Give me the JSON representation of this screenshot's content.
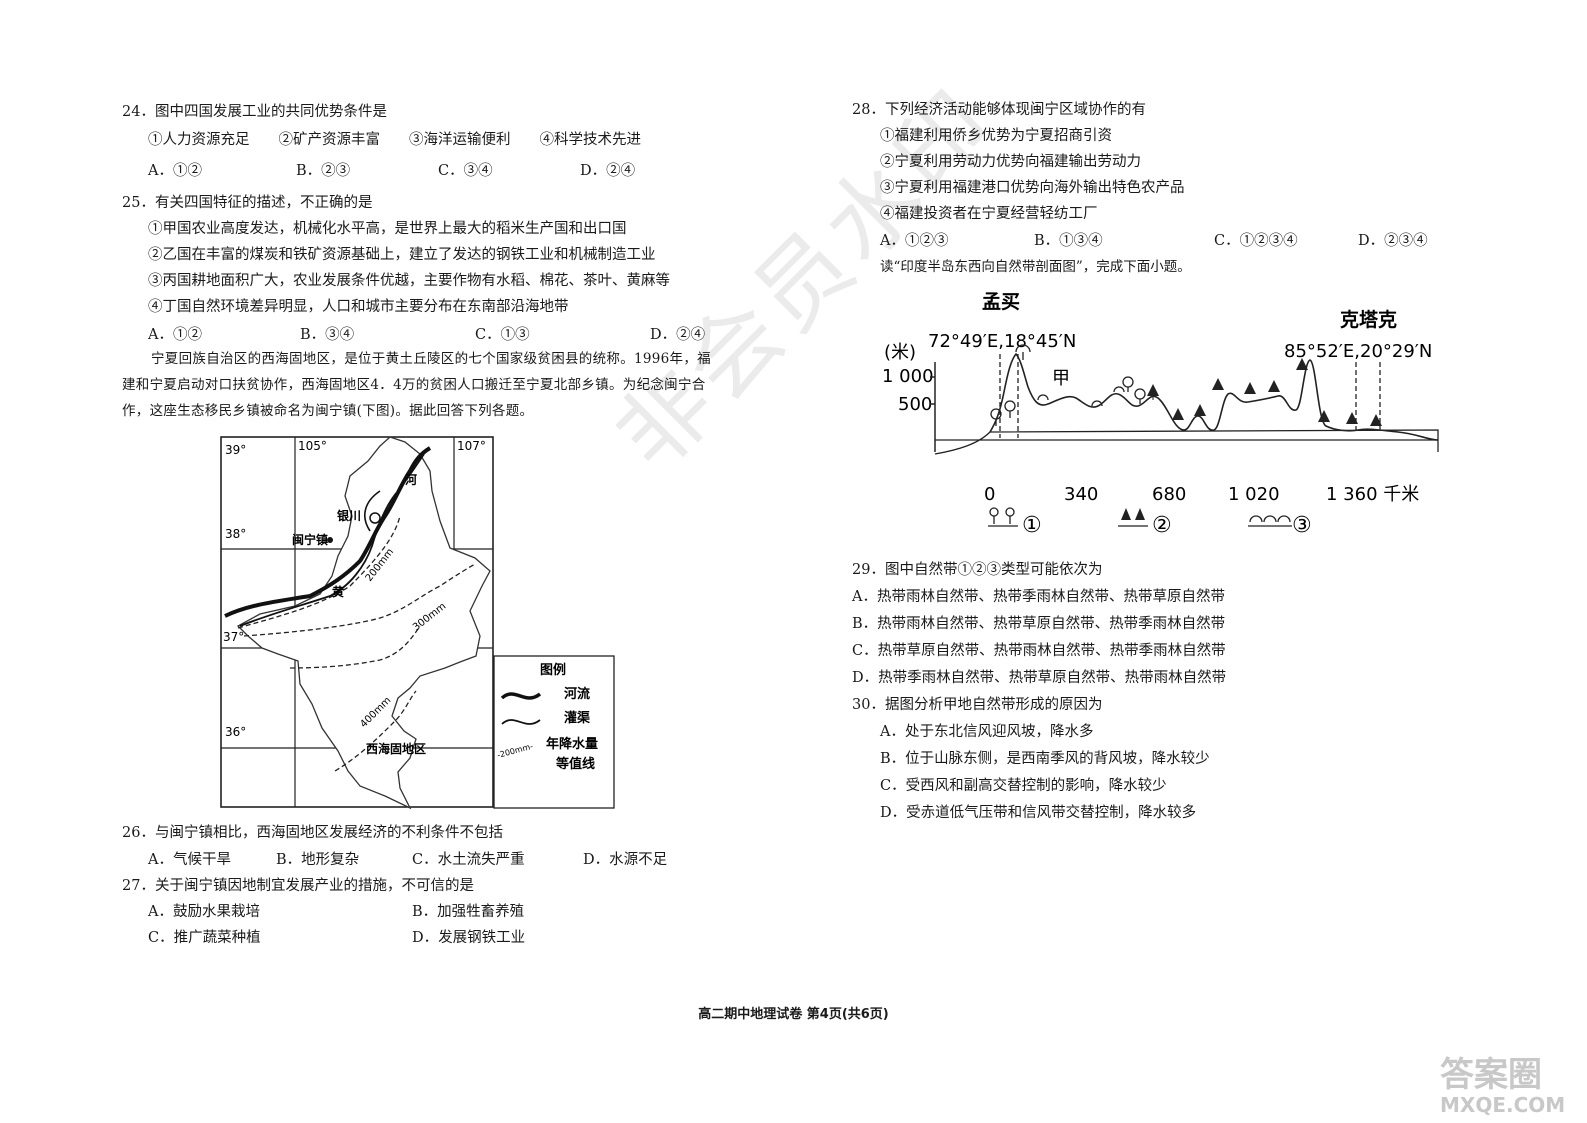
{
  "watermark": "非会员水印",
  "q24": {
    "stem": "24．图中四国发展工业的共同优势条件是",
    "items": "①人力资源充足　　②矿产资源丰富　　③海洋运输便利　　④科学技术先进",
    "A": "A．①②",
    "B": "B．②③",
    "C": "C．③④",
    "D": "D．②④"
  },
  "q25": {
    "stem": "25．有关四国特征的描述，不正确的是",
    "i1": "①甲国农业高度发达，机械化水平高，是世界上最大的稻米生产国和出口国",
    "i2": "②乙国在丰富的煤炭和铁矿资源基础上，建立了发达的钢铁工业和机械制造工业",
    "i3": "③丙国耕地面积广大，农业发展条件优越，主要作物有水稻、棉花、茶叶、黄麻等",
    "i4": "④丁国自然环境差异明显，人口和城市主要分布在东南部沿海地带",
    "A": "A．①②",
    "B": "B．③④",
    "C": "C．①③",
    "D": "D．②④"
  },
  "passage1": "宁夏回族自治区的西海固地区，是位于黄土丘陵区的七个国家级贫困县的统称。1996年，福建和宁夏启动对口扶贫协作，西海固地区4．4万的贫困人口搬迁至宁夏北部乡镇。为纪念闽宁合作，这座生态移民乡镇被命名为闽宁镇(下图)。据此回答下列各题。",
  "map": {
    "lat39": "39°",
    "lon105": "105°",
    "lon107": "107°",
    "lat38": "38°",
    "lat37": "37°",
    "lat36": "36°",
    "yinchuan": "银川",
    "minning": "闽宁镇",
    "he": "河",
    "huang": "黄",
    "iso200": "200mm",
    "iso300": "300mm",
    "iso400": "400mm",
    "region": "西海固地区",
    "legend_title": "图例",
    "legend_river": "河流",
    "legend_canal": "灌渠",
    "legend_iso_label": "-200mm-",
    "legend_iso1": "年降水量",
    "legend_iso2": "等值线"
  },
  "q26": {
    "stem": "26．与闽宁镇相比，西海固地区发展经济的不利条件不包括",
    "A": "A．气候干旱",
    "B": "B．地形复杂",
    "C": "C．水土流失严重",
    "D": "D．水源不足"
  },
  "q27": {
    "stem": "27．关于闽宁镇因地制宜发展产业的措施，不可信的是",
    "A": "A．鼓励水果栽培",
    "B": "B．加强牲畜养殖",
    "C": "C．推广蔬菜种植",
    "D": "D．发展钢铁工业"
  },
  "q28": {
    "stem": "28．下列经济活动能够体现闽宁区域协作的有",
    "i1": "①福建利用侨乡优势为宁夏招商引资",
    "i2": "②宁夏利用劳动力优势向福建输出劳动力",
    "i3": "③宁夏利用福建港口优势向海外输出特色农产品",
    "i4": "④福建投资者在宁夏经营轻纺工厂",
    "A": "A．①②③",
    "B": "B．①③④",
    "C": "C．①②③④",
    "D": "D．②③④"
  },
  "passage2": "读“印度半岛东西向自然带剖面图”，完成下面小题。",
  "profile": {
    "city1": "孟买",
    "coord1": "72°49′E,18°45′N",
    "city2": "克塔克",
    "coord2": "85°52′E,20°29′N",
    "unit": "(米)",
    "y1000": "1 000",
    "y500": "500",
    "jia": "甲",
    "x0": "0",
    "x340": "340",
    "x680": "680",
    "x1020": "1 020",
    "x1360": "1 360 千米",
    "l1": "①",
    "l2": "②",
    "l3": "③"
  },
  "q29": {
    "stem": "29．图中自然带①②③类型可能依次为",
    "A": "A．热带雨林自然带、热带季雨林自然带、热带草原自然带",
    "B": "B．热带雨林自然带、热带草原自然带、热带季雨林自然带",
    "C": "C．热带草原自然带、热带雨林自然带、热带季雨林自然带",
    "D": "D．热带季雨林自然带、热带草原自然带、热带雨林自然带"
  },
  "q30": {
    "stem": "30．据图分析甲地自然带形成的原因为",
    "A": "A．处于东北信风迎风坡，降水多",
    "B": "B．位于山脉东侧，是西南季风的背风坡，降水较少",
    "C": "C．受西风和副高交替控制的影响，降水较少",
    "D": "D．受赤道低气压带和信风带交替控制，降水较多"
  },
  "footer": "高二期中地理试卷  第4页(共6页)",
  "logo": {
    "top": "答案圈",
    "bottom": "MXQE.COM"
  }
}
